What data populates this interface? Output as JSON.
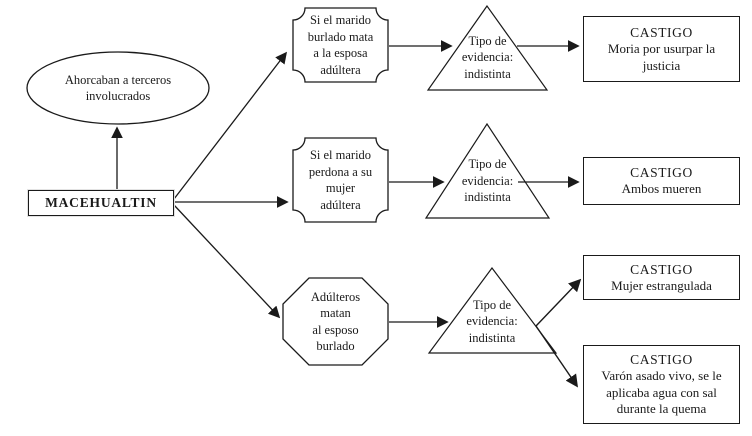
{
  "root": {
    "label": "MACEHUALTIN"
  },
  "side_note": {
    "label": "Ahorcaban a terceros\ninvolucrados"
  },
  "branches": [
    {
      "condition": "Si el marido\nburlado mata\na la esposa\nadúltera",
      "evidence": "Tipo de\nevidencia:\nindistinta",
      "outcomes": [
        {
          "title": "CASTIGO",
          "text": "Moria por usurpar la\njusticia"
        }
      ]
    },
    {
      "condition": "Si el marido\nperdona a su\nmujer\nadúltera",
      "evidence": "Tipo de\nevidencia:\nindistinta",
      "outcomes": [
        {
          "title": "CASTIGO",
          "text": "Ambos mueren"
        }
      ]
    },
    {
      "condition": "Adúlteros\nmatan\nal esposo\nburlado",
      "evidence": "Tipo de\nevidencia:\nindistinta",
      "outcomes": [
        {
          "title": "CASTIGO",
          "text": "Mujer estrangulada"
        },
        {
          "title": "CASTIGO",
          "text": "Varón asado vivo, se le\naplicaba agua con sal\ndurante la quema"
        }
      ]
    }
  ],
  "colors": {
    "stroke": "#1a1a1a",
    "background": "#ffffff",
    "text": "#1a1a1a"
  }
}
